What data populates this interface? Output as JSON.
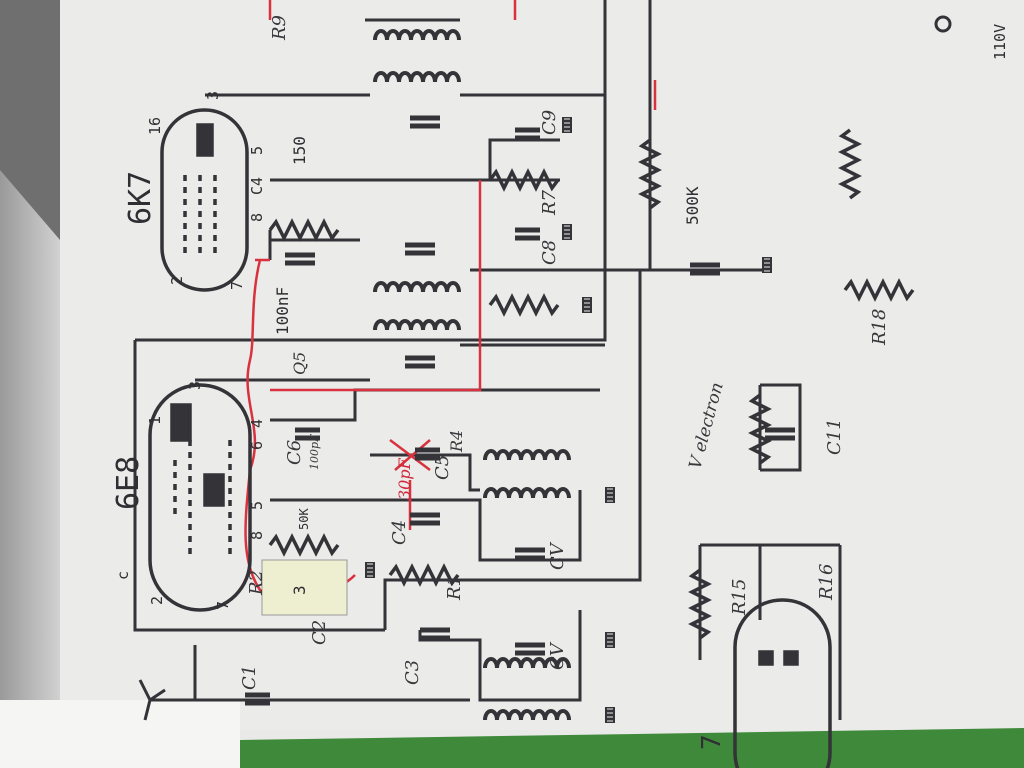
{
  "colors": {
    "ink": "#333338",
    "red_wire": "#d8323e",
    "paper": "#ebebea",
    "table_green": "#3f8a3a"
  },
  "tubes": {
    "left": "6K7",
    "middle": "6E8",
    "bottom_fragment": "7"
  },
  "labels": {
    "t1_p16": "16",
    "t1_p3": "3",
    "t1_p5": "5",
    "t1_c4": "C4",
    "t1_p8": "8",
    "t1_p2": "2",
    "t1_p7": "7",
    "v150": "150",
    "v100nf": "100nF",
    "v500k": "500K",
    "c9": "C9",
    "r7": "R7",
    "c8": "C8",
    "r18": "R18",
    "q5": "Q5",
    "r9": "R9",
    "v110": "110V",
    "t2_c": "c",
    "t2_p1": "1",
    "t2_p3": "3",
    "t2_p4": "4",
    "t2_p6": "6",
    "t2_p5": "5",
    "t2_p8": "8",
    "t2_p2": "2",
    "t2_p7": "7",
    "c6": "C6",
    "c6_val": "100pF",
    "v50k": "50K",
    "c4": "C4",
    "c4_val": "30pF",
    "c5": "C5",
    "r4": "R4",
    "cv1": "CV",
    "cv2": "CV",
    "r1": "R1",
    "r2": "R2",
    "c2": "C2",
    "c3": "C3",
    "c1": "C1",
    "r15": "R15",
    "r16": "R16",
    "c11": "C11",
    "box3": "3",
    "velectron": "V electron"
  }
}
